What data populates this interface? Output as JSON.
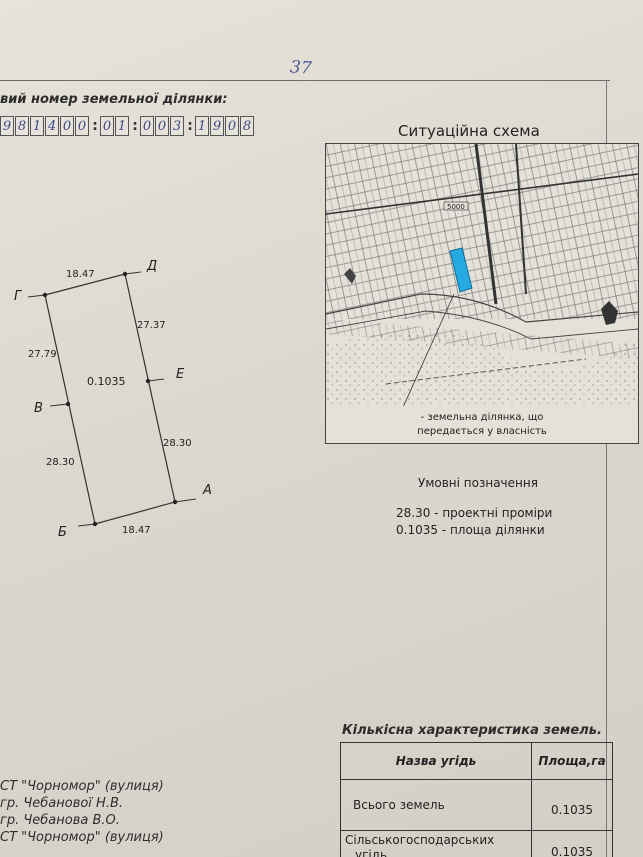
{
  "page_number": "37",
  "cadastral": {
    "label": "вий номер земельної ділянки:",
    "groups": [
      [
        "9",
        "8",
        "1",
        "4",
        "0",
        "0"
      ],
      [
        "0",
        "1"
      ],
      [
        "0",
        "0",
        "3"
      ],
      [
        "1",
        "9",
        "0",
        "8"
      ]
    ]
  },
  "situation": {
    "title": "Ситуаційна схема",
    "plot_label_line1": "- земельна ділянка, що",
    "plot_label_line2": "передається у власність",
    "map_mark": "5000",
    "plot_color": "#27a9e1"
  },
  "legend": {
    "title": "Умовні позначення",
    "item1": "28.30 - проектні проміри",
    "item2": "0.1035 - площа ділянки"
  },
  "drawing": {
    "area": "0.1035",
    "points": {
      "G": "Г",
      "D": "Д",
      "E": "Е",
      "V": "В",
      "A": "А",
      "B": "Б"
    },
    "measurements": {
      "top": "18.47",
      "d_to_e": "27.37",
      "g_to_v": "27.79",
      "e_to_a": "28.30",
      "v_to_b": "28.30",
      "bottom": "18.47"
    }
  },
  "characteristics": {
    "title": "Кількісна характеристика земель.",
    "headers": [
      "Назва угідь",
      "Площа,га"
    ],
    "rows": [
      {
        "name": "Всього земель",
        "area": "0.1035"
      },
      {
        "name_line1": "Сільськогосподарських",
        "name_line2": "угідь",
        "area": "0.1035"
      }
    ]
  },
  "owners": [
    "СТ \"Чорномор\" (вулиця)",
    "гр. Чебанової Н.В.",
    "гр. Чебанова В.О.",
    "СТ \"Чорномор\" (вулиця)"
  ]
}
